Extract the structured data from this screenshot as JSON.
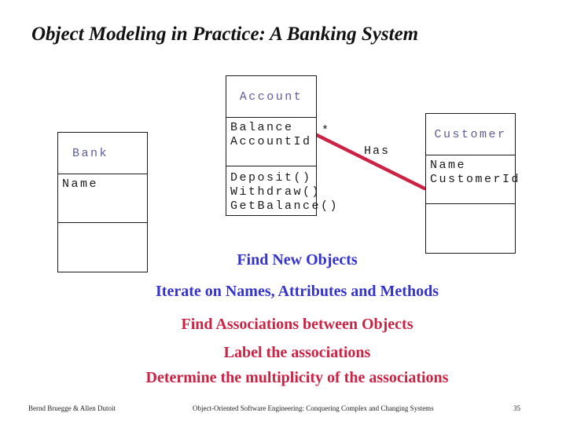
{
  "slide": {
    "title": "Object Modeling in Practice: A Banking System",
    "statements": [
      {
        "text": "Find New Objects",
        "color": "blue"
      },
      {
        "text": "Iterate on Names, Attributes and Methods",
        "color": "blue"
      },
      {
        "text": "Find Associations between Objects",
        "color": "red"
      },
      {
        "text": "Label the associations",
        "color": "red"
      },
      {
        "text": "Determine the multiplicity of the associations",
        "color": "red"
      }
    ],
    "footer": {
      "authors": "Bernd Bruegge & Allen Dutoit",
      "book": "Object-Oriented Software Engineering: Conquering Complex and Changing Systems",
      "page": "35"
    }
  },
  "diagram": {
    "classes": [
      {
        "name": "Bank",
        "attributes": [
          "Name"
        ],
        "methods": []
      },
      {
        "name": "Account",
        "attributes": [
          "Balance",
          "AccountId"
        ],
        "methods": [
          "Deposit()",
          "Withdraw()",
          "GetBalance()"
        ]
      },
      {
        "name": "Customer",
        "attributes": [
          "Name",
          "CustomerId"
        ],
        "methods": []
      }
    ],
    "association": {
      "label": "Has",
      "multiplicity": "*",
      "from": "Account",
      "to": "Customer"
    }
  },
  "colors": {
    "class_name": "#5c5c9c",
    "statement_blue": "#3333cc",
    "statement_red": "#cc2244",
    "association_line": "#cc2244"
  }
}
